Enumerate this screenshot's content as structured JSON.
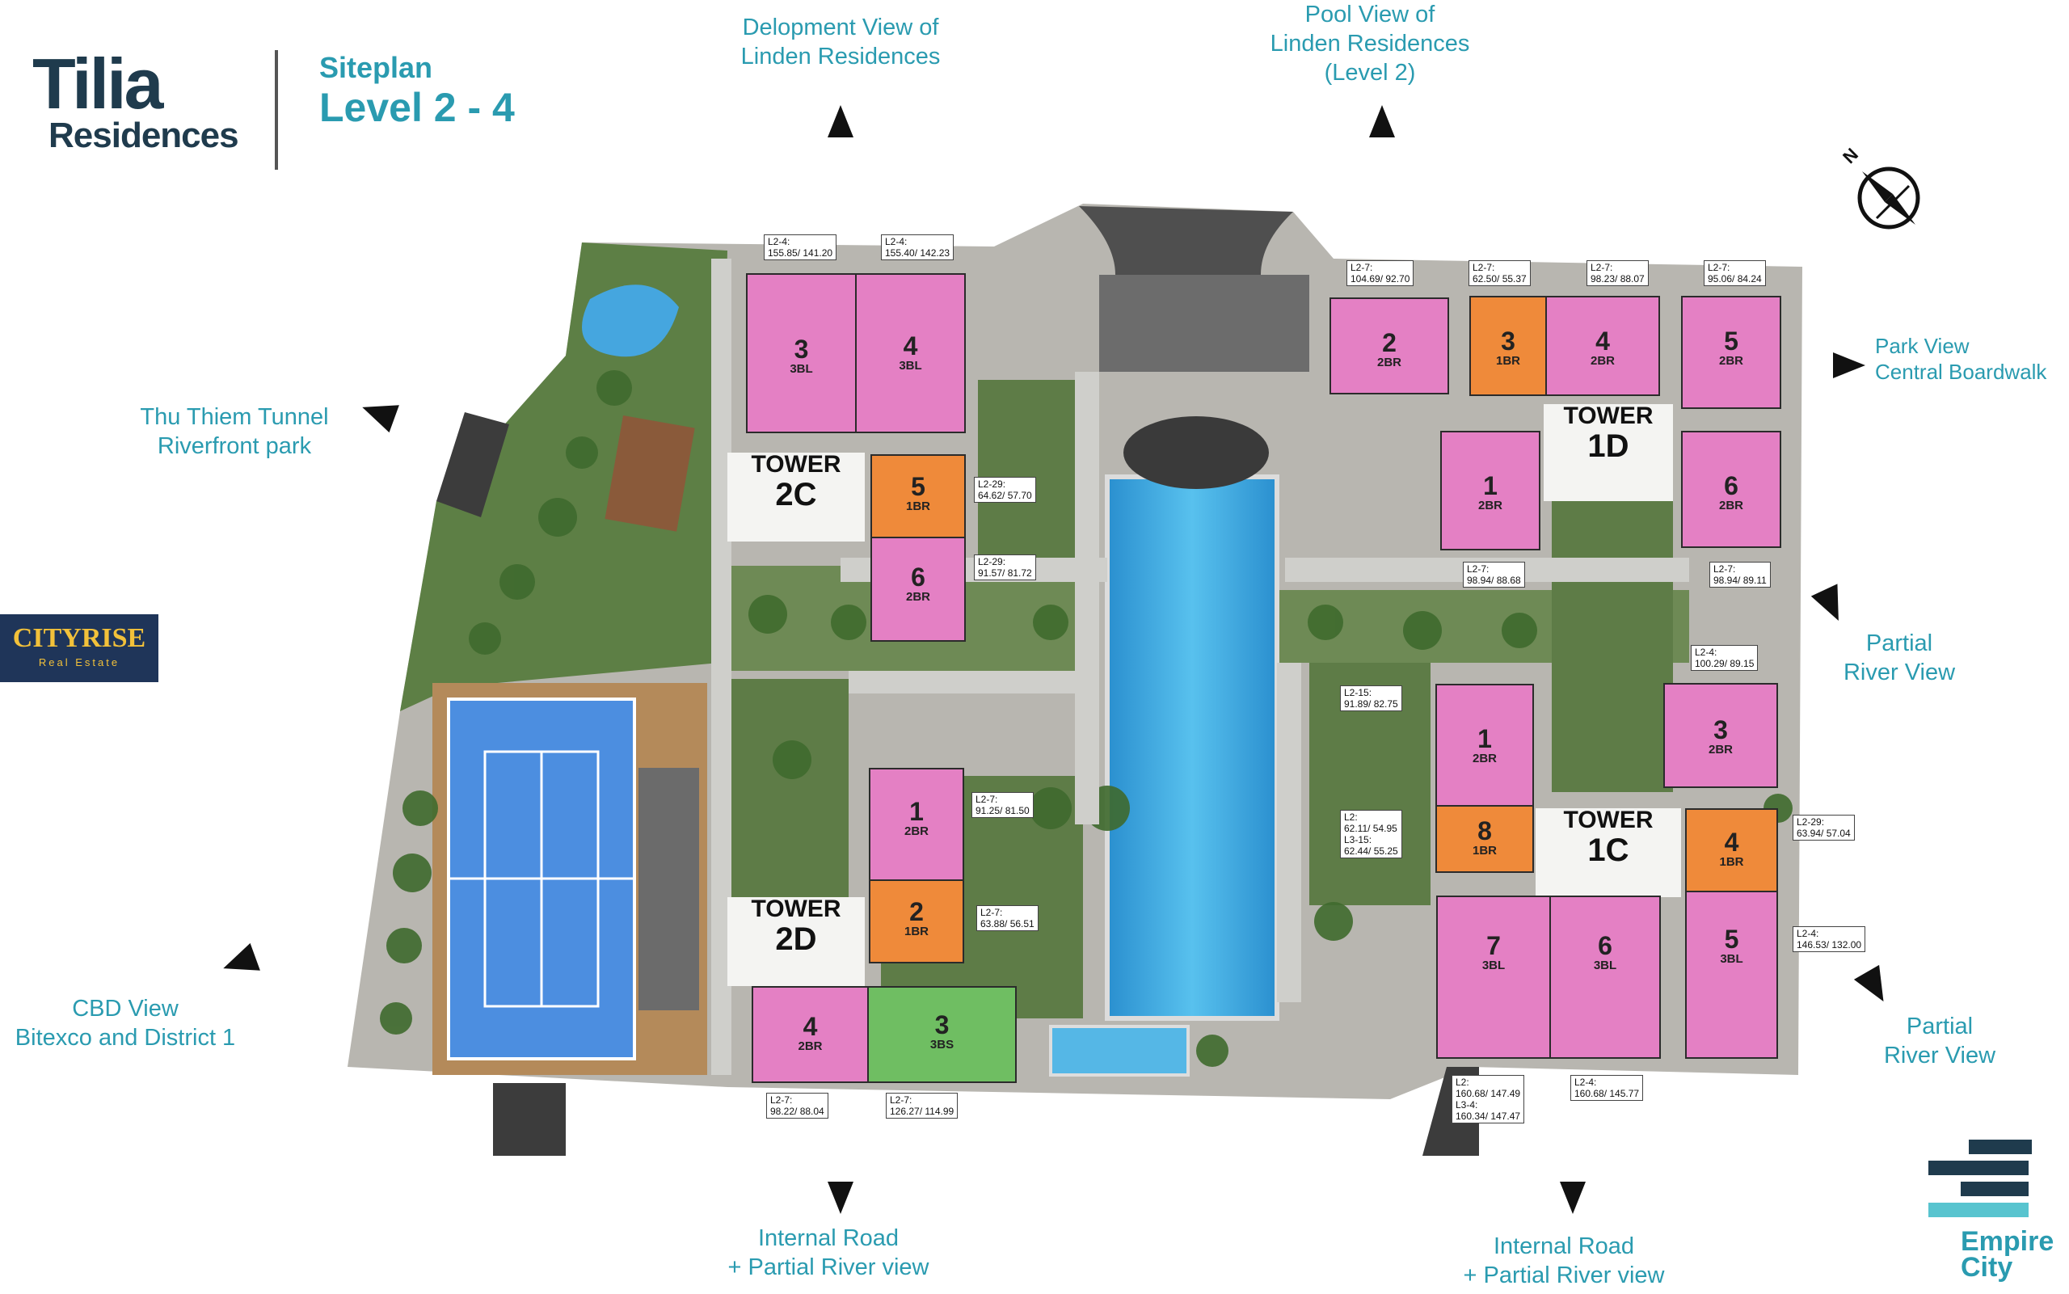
{
  "brand": {
    "name_line1": "Tilia",
    "name_line2": "Residences",
    "plan_label": "Siteplan",
    "plan_level": "Level 2 - 4",
    "accent_color": "#2a9bb0",
    "logo_color": "#1f3b4d"
  },
  "views": {
    "top_left": "Delopment View of\nLinden Residences",
    "top_right": "Pool View of\nLinden Residences\n(Level 2)",
    "left_mid": "Thu Thiem Tunnel\nRiverfront park",
    "right_top": "Park View\nCentral Boardwalk",
    "right_mid": "Partial\nRiver View",
    "right_bottom": "Partial\nRiver View",
    "left_bottom": "CBD View\nBitexco and District 1",
    "bottom_left": "Internal Road\n+ Partial River view",
    "bottom_right": "Internal Road\n+ Partial River view"
  },
  "towers": {
    "t2c": {
      "line1": "TOWER",
      "line2": "2C"
    },
    "t2d": {
      "line1": "TOWER",
      "line2": "2D"
    },
    "t1d": {
      "line1": "TOWER",
      "line2": "1D"
    },
    "t1c": {
      "line1": "TOWER",
      "line2": "1C"
    }
  },
  "units": {
    "t2c_3": {
      "num": "3",
      "type": "3BL"
    },
    "t2c_4": {
      "num": "4",
      "type": "3BL"
    },
    "t2c_5": {
      "num": "5",
      "type": "1BR"
    },
    "t2c_6": {
      "num": "6",
      "type": "2BR"
    },
    "t2d_1": {
      "num": "1",
      "type": "2BR"
    },
    "t2d_2": {
      "num": "2",
      "type": "1BR"
    },
    "t2d_4": {
      "num": "4",
      "type": "2BR"
    },
    "t2d_3": {
      "num": "3",
      "type": "3BS"
    },
    "t1d_2": {
      "num": "2",
      "type": "2BR"
    },
    "t1d_3": {
      "num": "3",
      "type": "1BR"
    },
    "t1d_4": {
      "num": "4",
      "type": "2BR"
    },
    "t1d_5": {
      "num": "5",
      "type": "2BR"
    },
    "t1d_1": {
      "num": "1",
      "type": "2BR"
    },
    "t1d_6": {
      "num": "6",
      "type": "2BR"
    },
    "t1c_3": {
      "num": "3",
      "type": "2BR"
    },
    "t1c_1": {
      "num": "1",
      "type": "2BR"
    },
    "t1c_8": {
      "num": "8",
      "type": "1BR"
    },
    "t1c_4": {
      "num": "4",
      "type": "1BR"
    },
    "t1c_7": {
      "num": "7",
      "type": "3BL"
    },
    "t1c_6": {
      "num": "6",
      "type": "3BL"
    },
    "t1c_5": {
      "num": "5",
      "type": "3BL"
    }
  },
  "areas": {
    "a_t2c_3": "L2-4:\n155.85/ 141.20",
    "a_t2c_4": "L2-4:\n155.40/ 142.23",
    "a_t2c_5": "L2-29:\n64.62/ 57.70",
    "a_t2c_6": "L2-29:\n91.57/ 81.72",
    "a_t2d_1": "L2-7:\n91.25/ 81.50",
    "a_t2d_2": "L2-7:\n63.88/ 56.51",
    "a_t2d_4": "L2-7:\n98.22/ 88.04",
    "a_t2d_3": "L2-7:\n126.27/ 114.99",
    "a_t1d_2": "L2-7:\n104.69/ 92.70",
    "a_t1d_3": "L2-7:\n62.50/ 55.37",
    "a_t1d_4": "L2-7:\n98.23/ 88.07",
    "a_t1d_5": "L2-7:\n95.06/ 84.24",
    "a_t1d_1": "L2-7:\n98.94/ 88.68",
    "a_t1d_6": "L2-7:\n98.94/ 89.11",
    "a_t1c_3": "L2-4:\n100.29/ 89.15",
    "a_t1c_1": "L2-15:\n91.89/ 82.75",
    "a_t1c_8": "L2:\n62.11/ 54.95\nL3-15:\n62.44/ 55.25",
    "a_t1c_4": "L2-29:\n63.94/ 57.04",
    "a_t1c_5": "L2-4:\n146.53/ 132.00",
    "a_t1c_7": "L2:\n160.68/ 147.49\nL3-4:\n160.34/ 147.47",
    "a_t1c_6": "L2-4:\n160.68/ 145.77"
  },
  "badges": {
    "cityrise_main": "CITYRISE",
    "cityrise_sub": "Real Estate",
    "empire_line1": "Empire",
    "empire_line2": "City"
  },
  "compass": {
    "label": "N"
  }
}
